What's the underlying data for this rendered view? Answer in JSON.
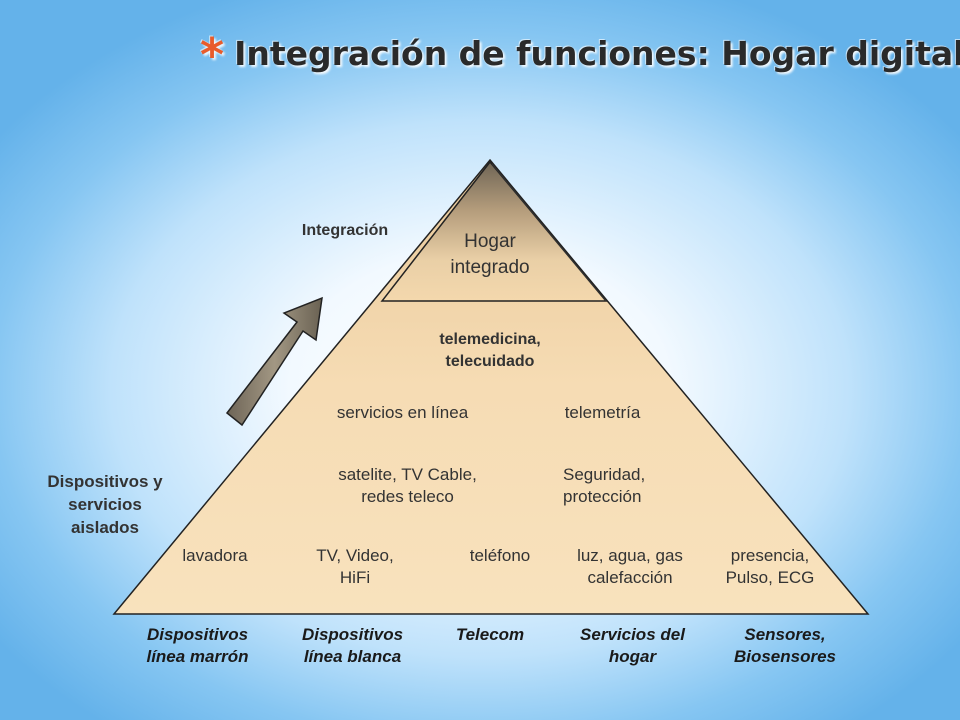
{
  "title": {
    "bullet": "*",
    "text": "Integración de funciones: Hogar digital"
  },
  "left_labels": {
    "integration": "Integración",
    "isolated": "Dispositivos y\nservicios\naislados"
  },
  "pyramid": {
    "apex": "Hogar\nintegrado",
    "level3": "telemedicina,\ntelecuidado",
    "level2": [
      "servicios en línea",
      "telemetría"
    ],
    "level1": [
      "satelite, TV Cable,\nredes teleco",
      "Seguridad,\nprotección"
    ],
    "base": [
      "lavadora",
      "TV, Video,\nHiFi",
      "teléfono",
      "luz, agua, gas\ncalefacción",
      "presencia,\nPulso, ECG"
    ]
  },
  "categories": [
    "Dispositivos\nlínea marrón",
    "Dispositivos\nlínea blanca",
    "Telecom",
    "Servicios del\nhogar",
    "Sensores,\nBiosensores"
  ],
  "colors": {
    "pyramid_fill": "#f5d9b0",
    "apex_fill": "#f3d5a8",
    "arrow_fill": "#8a8070",
    "title_bullet": "#e85c2c"
  }
}
